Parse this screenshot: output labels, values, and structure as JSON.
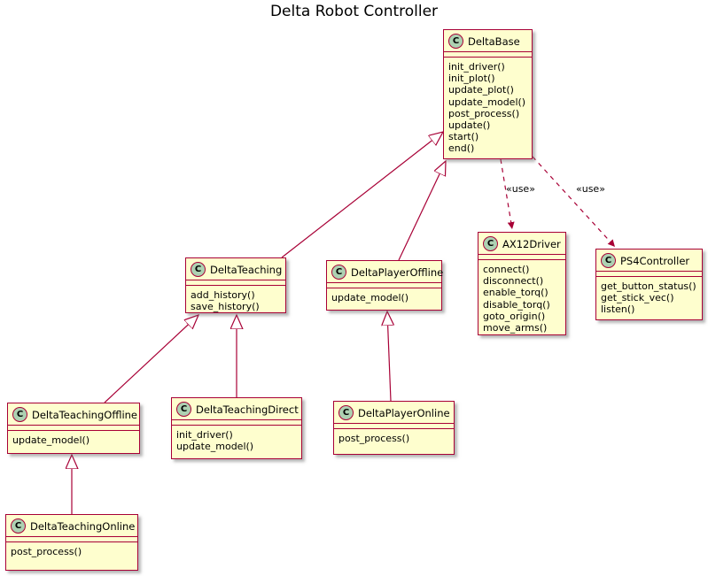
{
  "title": "Delta Robot Controller",
  "icon_letter": "C",
  "colors": {
    "box_fill": "#FEFECE",
    "box_border": "#A80036",
    "circle_fill": "#ADD1B2",
    "line": "#A80036",
    "text": "#000000"
  },
  "classes": [
    {
      "name": "DeltaBase",
      "methods": [
        "init_driver()",
        "init_plot()",
        "update_plot()",
        "update_model()",
        "post_process()",
        "update()",
        "start()",
        "end()"
      ]
    },
    {
      "name": "AX12Driver",
      "methods": [
        "connect()",
        "disconnect()",
        "enable_torq()",
        "disable_torq()",
        "goto_origin()",
        "move_arms()"
      ]
    },
    {
      "name": "PS4Controller",
      "methods": [
        "get_button_status()",
        "get_stick_vec()",
        "listen()"
      ]
    },
    {
      "name": "DeltaTeaching",
      "methods": [
        "add_history()",
        "save_history()"
      ]
    },
    {
      "name": "DeltaPlayerOffline",
      "methods": [
        "update_model()"
      ]
    },
    {
      "name": "DeltaTeachingOffline",
      "methods": [
        "update_model()"
      ]
    },
    {
      "name": "DeltaTeachingDirect",
      "methods": [
        "init_driver()",
        "update_model()"
      ]
    },
    {
      "name": "DeltaPlayerOnline",
      "methods": [
        "post_process()"
      ]
    },
    {
      "name": "DeltaTeachingOnline",
      "methods": [
        "post_process()"
      ]
    }
  ],
  "relations": [
    {
      "from": "DeltaTeaching",
      "to": "DeltaBase",
      "type": "extends"
    },
    {
      "from": "DeltaPlayerOffline",
      "to": "DeltaBase",
      "type": "extends"
    },
    {
      "from": "DeltaTeachingOffline",
      "to": "DeltaTeaching",
      "type": "extends"
    },
    {
      "from": "DeltaTeachingDirect",
      "to": "DeltaTeaching",
      "type": "extends"
    },
    {
      "from": "DeltaPlayerOnline",
      "to": "DeltaPlayerOffline",
      "type": "extends"
    },
    {
      "from": "DeltaTeachingOnline",
      "to": "DeltaTeachingOffline",
      "type": "extends"
    },
    {
      "from": "DeltaBase",
      "to": "AX12Driver",
      "type": "use",
      "label": "«use»"
    },
    {
      "from": "DeltaBase",
      "to": "PS4Controller",
      "type": "use",
      "label": "«use»"
    }
  ]
}
